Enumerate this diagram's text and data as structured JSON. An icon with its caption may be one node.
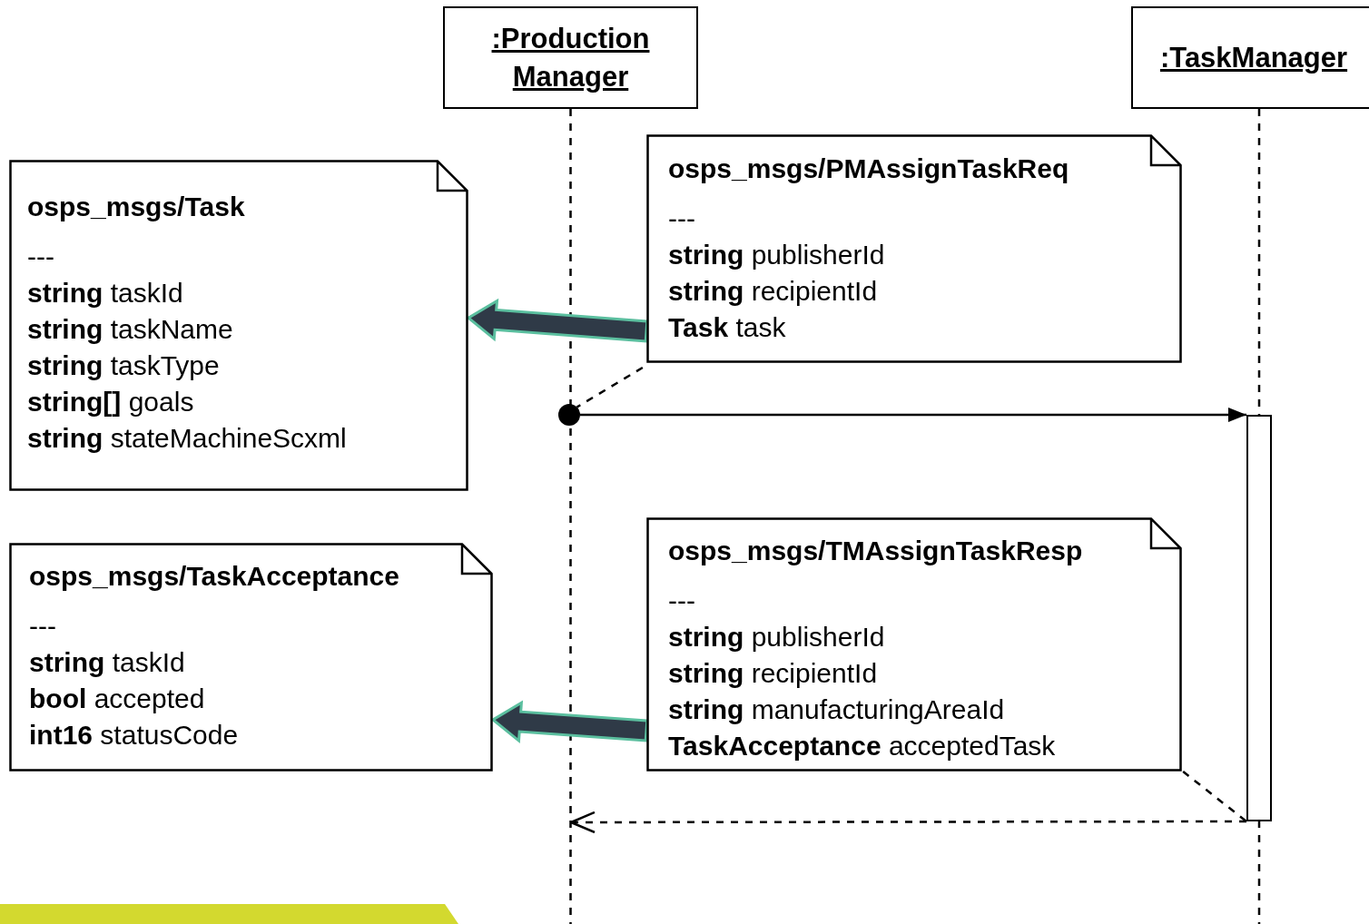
{
  "diagram": {
    "nodes": [
      {
        "text": [
          ":Production Manager"
        ]
      },
      {
        "text": [
          ":TaskManager"
        ]
      },
      {
        "text": [
          "osps_msgs/Task",
          "---",
          "**string** taskId",
          "**string** taskName",
          "**string** taskType",
          "**string[]** goals",
          "**string** stateMachineScxml"
        ]
      },
      {
        "text": [
          "osps_msgs/PMAssignTaskReq",
          "---",
          "**string** publisherId",
          "**string** recipientId",
          "**Task** task"
        ]
      },
      {
        "text": [
          "osps_msgs/TaskAcceptance",
          "---",
          "**string** taskId",
          "**bool** accepted",
          "**int16** statusCode"
        ]
      },
      {
        "text": [
          "osps_msgs/TMAssignTaskResp",
          "---",
          "**string** publisherId",
          "**string** recipientId",
          "**string** manufacturingAreaId",
          "**TaskAcceptance** acceptedTask"
        ]
      },
      {
        "text": [],
        "shape": "circle"
      },
      {
        "text": [],
        "shape": "bar"
      }
    ],
    "edges": [
      {
        "from": 3,
        "to": 2,
        "arrow": "to",
        "style": "thick",
        "color": "#2f3a47"
      },
      {
        "from": 5,
        "to": 4,
        "arrow": "to",
        "style": "thick",
        "color": "#2f3a47"
      },
      {
        "from": 6,
        "to": 7,
        "arrow": "to"
      },
      {
        "from": 7,
        "to": null,
        "arrow": "to",
        "style": "dashed"
      },
      {
        "from": 3,
        "to": 6,
        "arrow": "none",
        "style": "dashed"
      },
      {
        "from": 5,
        "to": 7,
        "arrow": "none",
        "style": "dashed"
      }
    ]
  }
}
